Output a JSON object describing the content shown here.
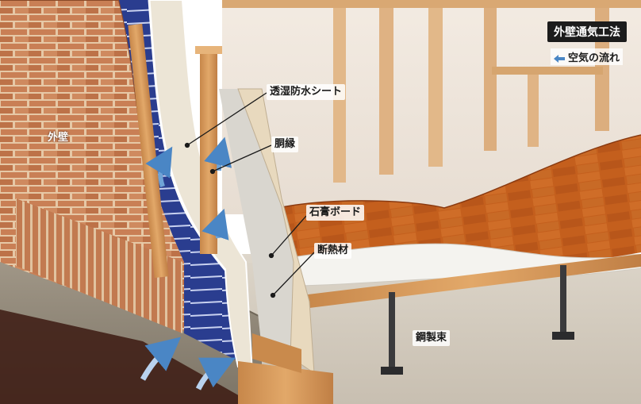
{
  "legend": {
    "title": "外壁通気工法",
    "airflow_label": "空気の流れ",
    "airflow_icon": "arrow-left-icon",
    "airflow_color": "#4a86c5"
  },
  "labels": {
    "exterior_wall": "外壁",
    "moisture_sheet": "透湿防水シート",
    "furring_strip": "胴縁",
    "gypsum_board": "石膏ボード",
    "insulation": "断熱材",
    "steel_post": "鋼製束"
  },
  "colors": {
    "brick": "#c8825a",
    "mortar": "#e8cdb0",
    "blue_layer": "#283c8c",
    "timber": "#d89a5a",
    "floor": "#c0601e",
    "concrete": "#9a9080",
    "arrow": "#6fa3d6"
  }
}
